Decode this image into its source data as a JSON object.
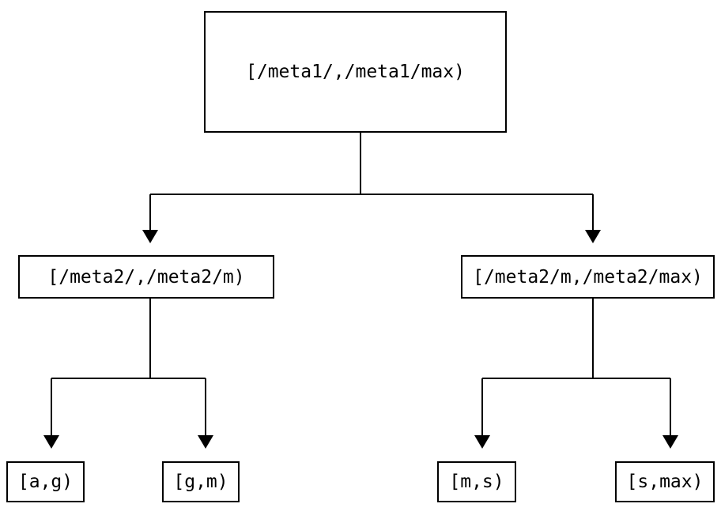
{
  "diagram": {
    "type": "tree",
    "background_color": "#ffffff",
    "line_color": "#000000",
    "node_border_color": "#000000",
    "nodes": [
      {
        "id": "root",
        "label": "[/meta1/,/meta1/max)",
        "level": 0
      },
      {
        "id": "mid-left",
        "label": "[/meta2/,/meta2/m)",
        "level": 1
      },
      {
        "id": "mid-right",
        "label": "[/meta2/m,/meta2/max)",
        "level": 1
      },
      {
        "id": "leaf-ag",
        "label": "[a,g)",
        "level": 2
      },
      {
        "id": "leaf-gm",
        "label": "[g,m)",
        "level": 2
      },
      {
        "id": "leaf-ms",
        "label": "[m,s)",
        "level": 2
      },
      {
        "id": "leaf-smax",
        "label": "[s,max)",
        "level": 2
      }
    ],
    "edges": [
      {
        "from": "root",
        "to": "mid-left",
        "arrow": "down"
      },
      {
        "from": "root",
        "to": "mid-right",
        "arrow": "down"
      },
      {
        "from": "mid-left",
        "to": "leaf-ag",
        "arrow": "down"
      },
      {
        "from": "mid-left",
        "to": "leaf-gm",
        "arrow": "down"
      },
      {
        "from": "mid-right",
        "to": "leaf-ms",
        "arrow": "down"
      },
      {
        "from": "mid-right",
        "to": "leaf-smax",
        "arrow": "down"
      }
    ]
  }
}
